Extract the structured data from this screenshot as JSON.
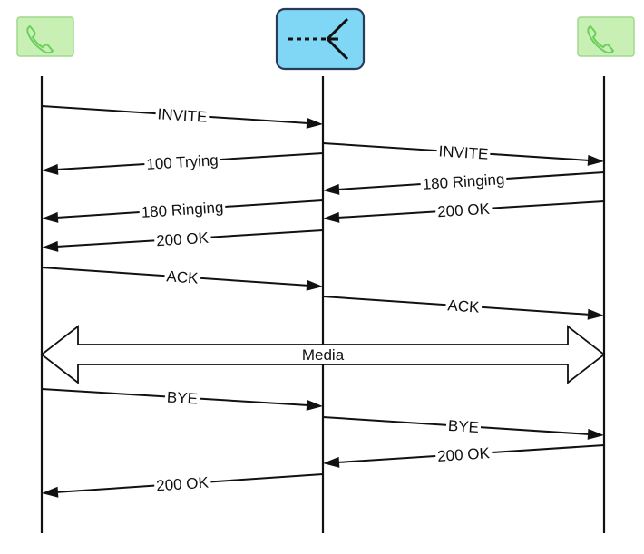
{
  "colors": {
    "phone_fill": "#c8f0b4",
    "phone_stroke": "#9fd88c",
    "phone_glyph": "#6ccf5c",
    "proxy_fill": "#7fd6f5",
    "proxy_stroke": "#2a3a5a",
    "line": "#111111"
  },
  "participants": [
    {
      "icon": "phone-icon"
    },
    {
      "icon": "proxy-icon"
    },
    {
      "icon": "phone-icon"
    }
  ],
  "messages": [
    {
      "label": "INVITE",
      "from": 0,
      "to": 1
    },
    {
      "label": "INVITE",
      "from": 1,
      "to": 2
    },
    {
      "label": "100 Trying",
      "from": 1,
      "to": 0
    },
    {
      "label": "180 Ringing",
      "from": 2,
      "to": 1
    },
    {
      "label": "180 Ringing",
      "from": 1,
      "to": 0
    },
    {
      "label": "200 OK",
      "from": 2,
      "to": 1
    },
    {
      "label": "200 OK",
      "from": 1,
      "to": 0
    },
    {
      "label": "ACK",
      "from": 0,
      "to": 1
    },
    {
      "label": "ACK",
      "from": 1,
      "to": 2
    },
    {
      "label": "BYE",
      "from": 0,
      "to": 1
    },
    {
      "label": "BYE",
      "from": 1,
      "to": 2
    },
    {
      "label": "200 OK",
      "from": 2,
      "to": 1
    },
    {
      "label": "200 OK",
      "from": 1,
      "to": 0
    }
  ],
  "media": {
    "label": "Media",
    "from": 0,
    "to": 2
  }
}
